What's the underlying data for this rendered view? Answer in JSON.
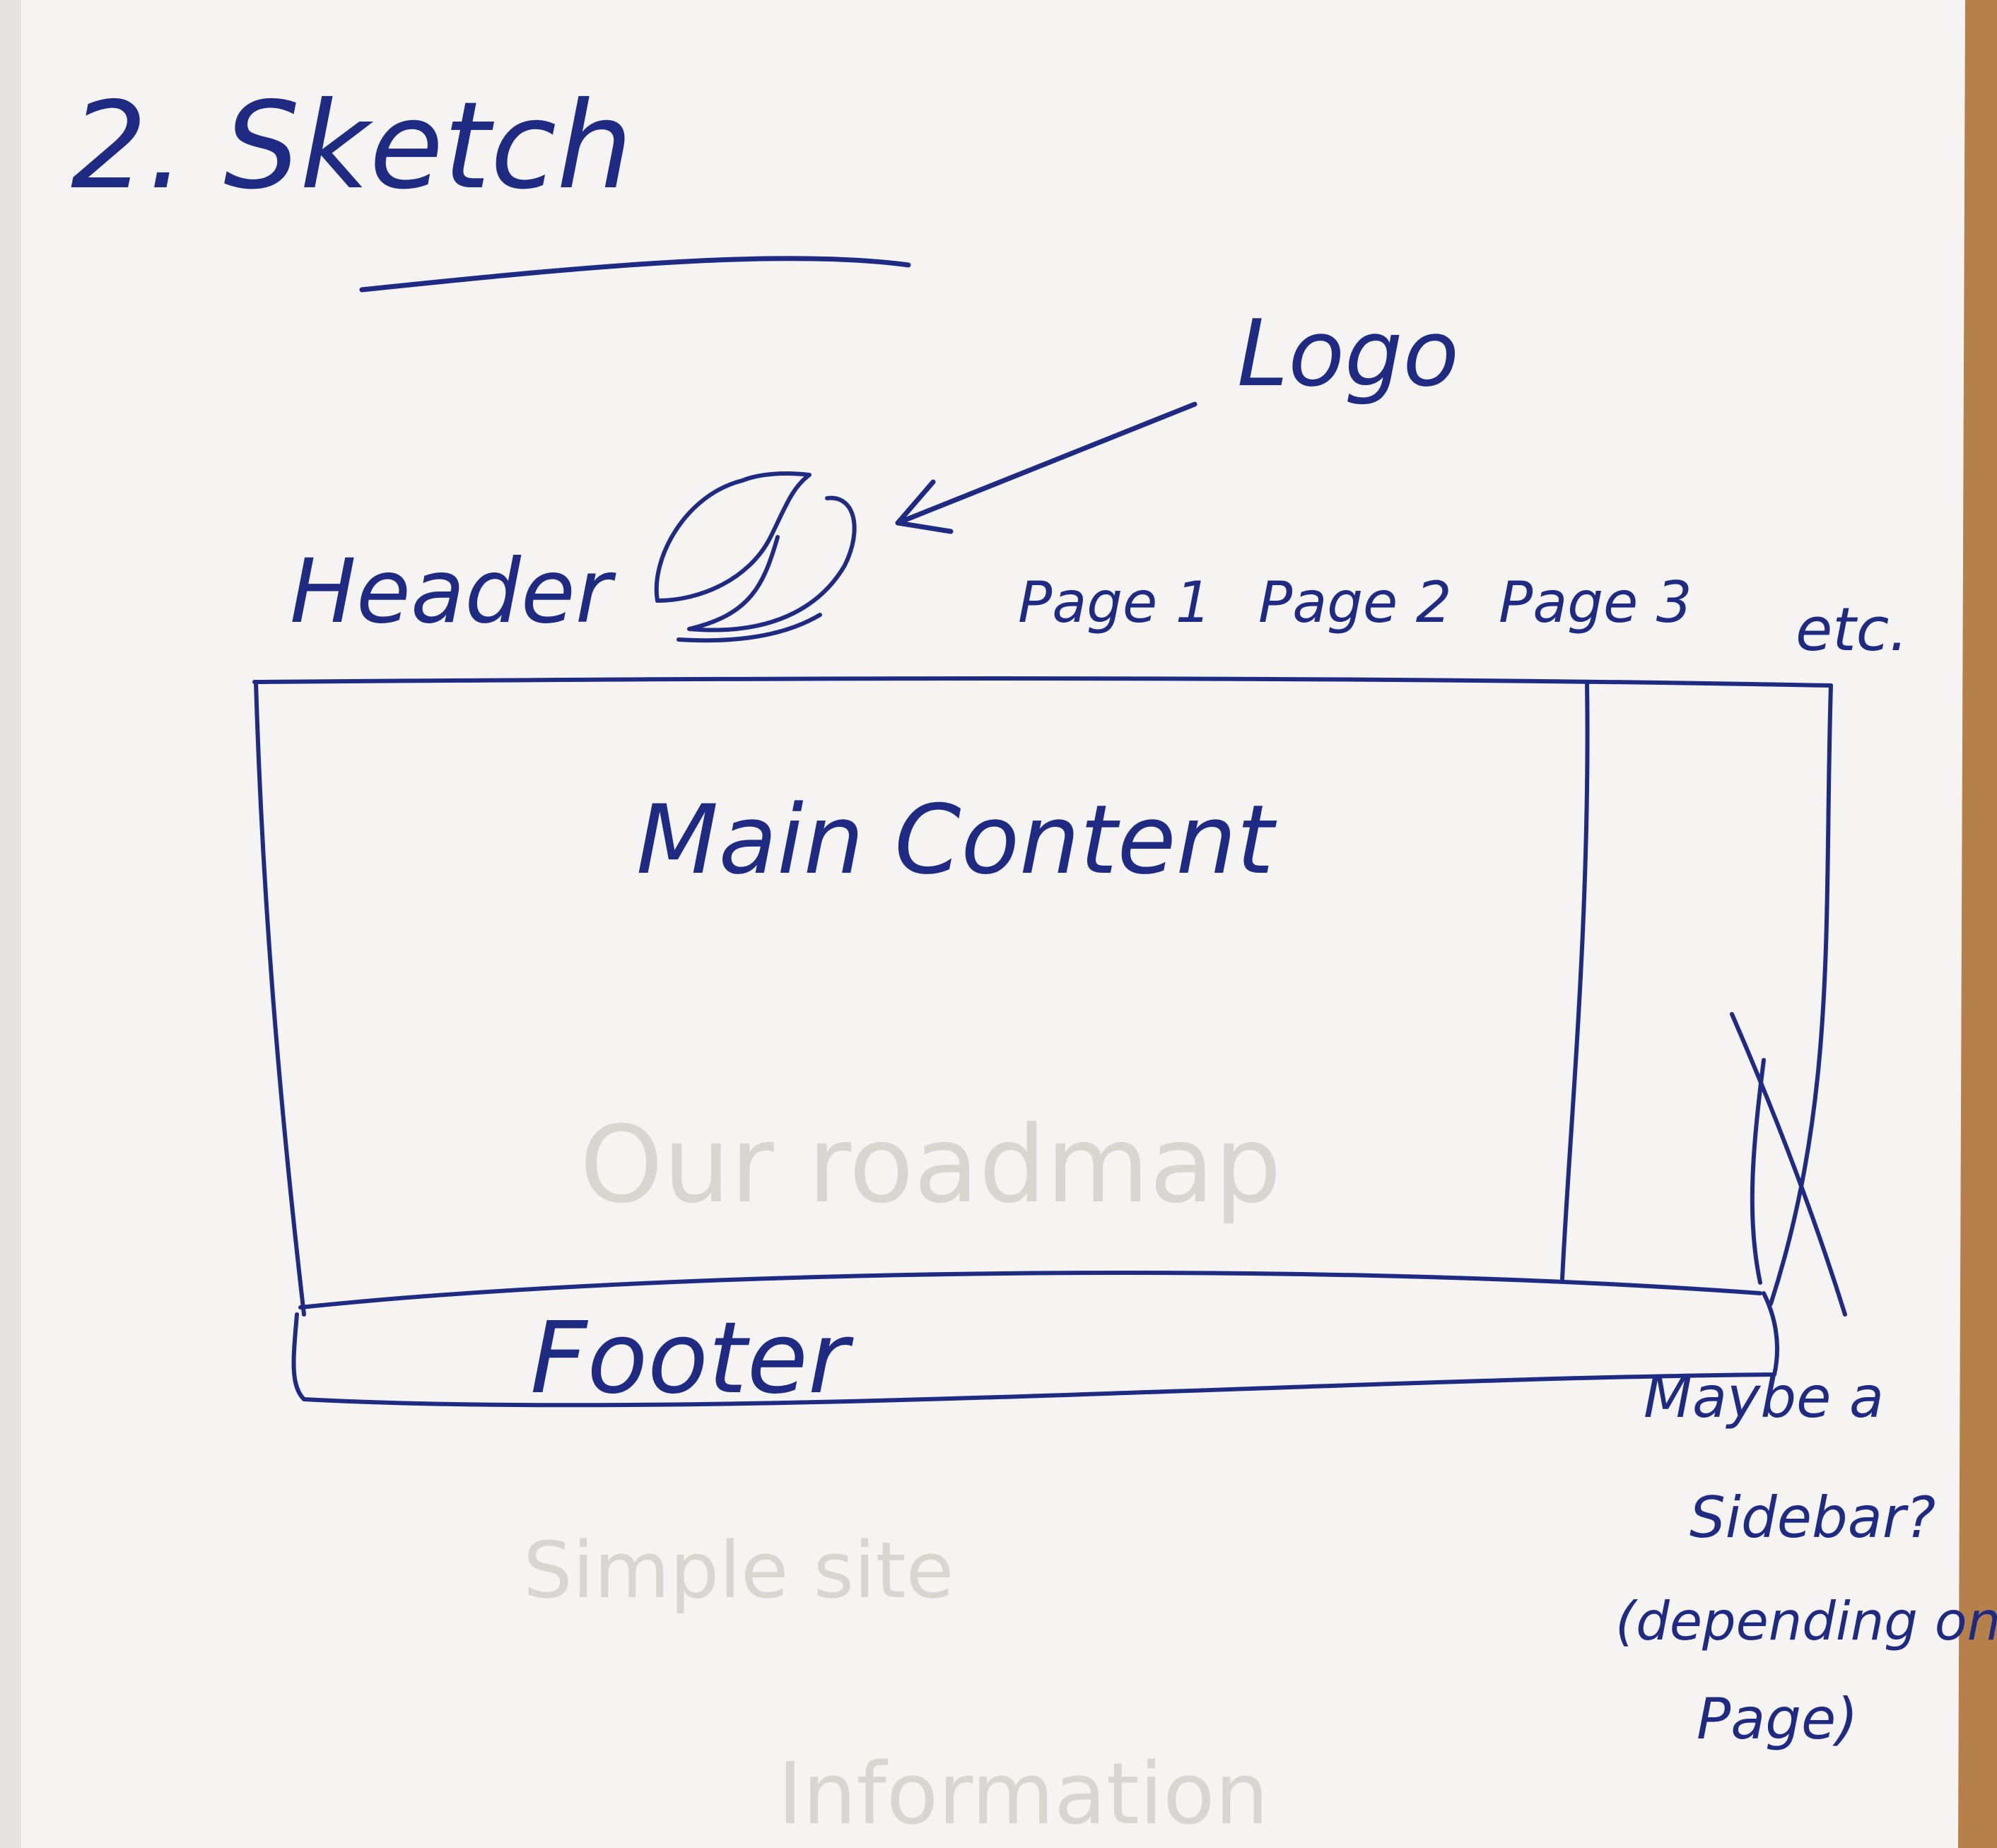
{
  "title": "2. Sketch",
  "logo_label": "Logo",
  "header_label": "Header",
  "nav": {
    "page1": "Page 1",
    "page2": "Page 2",
    "page3": "Page 3",
    "etc": "etc."
  },
  "main_label": "Main Content",
  "footer_label": "Footer",
  "sidebar_note": {
    "line1": "Maybe a",
    "line2": "Sidebar?",
    "line3": "(depending on",
    "line4": "Page)"
  },
  "colors": {
    "ink": "#1f2b82",
    "paper": "#f4f3f1",
    "table": "#b17a3f"
  }
}
